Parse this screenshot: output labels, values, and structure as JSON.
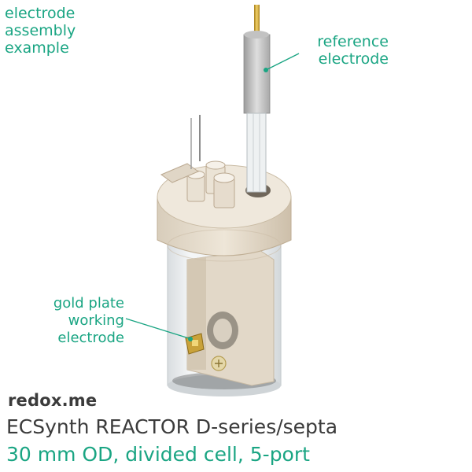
{
  "labels": {
    "assembly": "electrode\nassembly\nexample",
    "reference": "reference\nelectrode",
    "gold": "gold plate\nworking\nelectrode"
  },
  "brand": "redox.me",
  "product": {
    "title": "ECSynth REACTOR D-series/septa",
    "subtitle": "30 mm OD, divided cell, 5-port"
  },
  "colors": {
    "accent": "#1aa583",
    "text_dark": "#3b3b3b",
    "cap": "#e6dccd",
    "gold": "#c9a23a"
  }
}
